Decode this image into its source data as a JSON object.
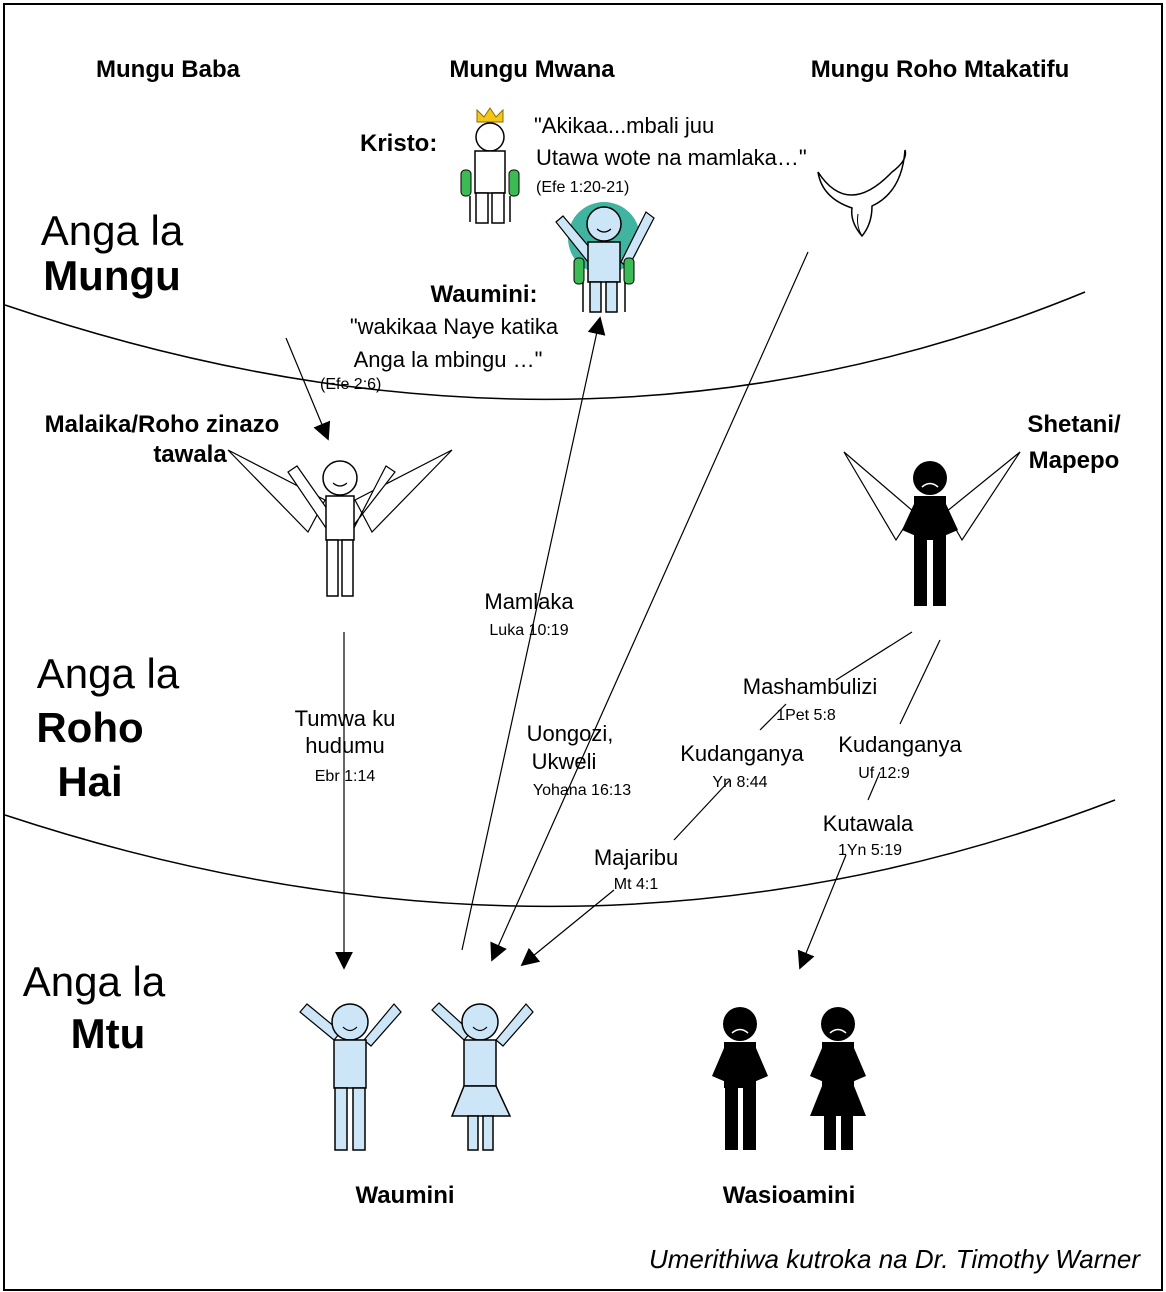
{
  "headers": {
    "father": "Mungu Baba",
    "son": "Mungu Mwana",
    "spirit": "Mungu Roho Mtakatifu"
  },
  "realms": {
    "god": {
      "line1": "Anga la",
      "line2": "Mungu"
    },
    "spirit": {
      "line1": "Anga la",
      "line2": "Roho",
      "line3": "Hai"
    },
    "man": {
      "line1": "Anga la",
      "line2": "Mtu"
    }
  },
  "christ": {
    "label": "Kristo:",
    "quote_line1": "\"Akikaa...mbali juu",
    "quote_line2": "Utawa wote na mamlaka…\"",
    "reference": "(Efe 1:20-21)"
  },
  "believers_seated": {
    "label": "Waumini:",
    "quote_line1": "\"wakikaa Naye katika",
    "quote_line2": "Anga la mbingu …\"",
    "reference": "(Efe 2:6)"
  },
  "angels": {
    "line1": "Malaika/Roho zinazo",
    "line2": "tawala"
  },
  "satan": {
    "line1": "Shetani/",
    "line2": "Mapepo"
  },
  "relations": {
    "service": {
      "line1": "Tumwa ku",
      "line2": "hudumu",
      "ref": "Ebr 1:14"
    },
    "authority": {
      "label": "Mamlaka",
      "ref": "Luka 10:19"
    },
    "guidance": {
      "line1": "Uongozi,",
      "line2": "Ukweli",
      "ref": "Yohana 16:13"
    },
    "attacks": {
      "label": "Mashambulizi",
      "ref": "1Pet 5:8"
    },
    "deceive1": {
      "label": "Kudanganya",
      "ref": "Yn 8:44"
    },
    "deceive2": {
      "label": "Kudanganya",
      "ref": "Uf  12:9"
    },
    "rule": {
      "label": "Kutawala",
      "ref": "1Yn 5:19"
    },
    "temptation": {
      "label": "Majaribu",
      "ref": "Mt 4:1"
    }
  },
  "groups": {
    "believers": "Waumini",
    "unbelievers": "Wasioamini"
  },
  "credit": "Umerithiwa kutroka na  Dr. Timothy Warner",
  "colors": {
    "believer_fill": "#cce6f8",
    "crown": "#f5c518",
    "throne_green": "#3cba54",
    "teal_glow": "#40b4a0",
    "dark_figure": "#000000"
  }
}
